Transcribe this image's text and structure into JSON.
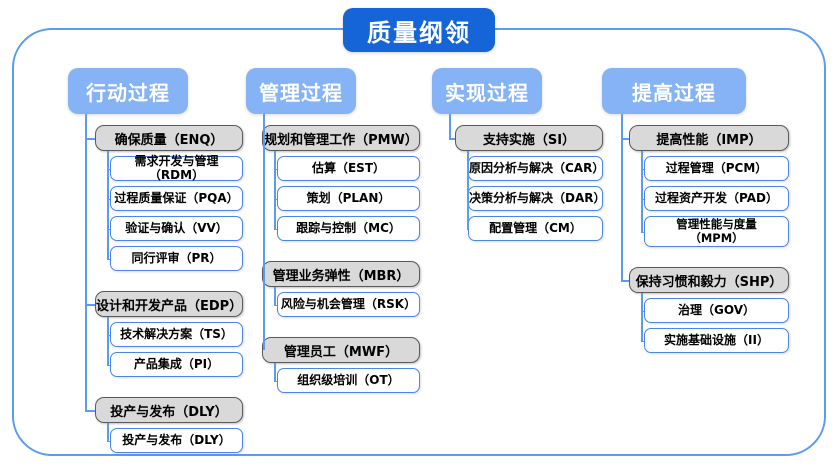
{
  "diagram": {
    "title": "质量纲领",
    "frame_color": "#5b9bf0",
    "title_color": "#1565d8",
    "header_color": "#85b3f5",
    "group_color": "#d9d9d9",
    "leaf_border_color": "#4a86e8",
    "columns": [
      {
        "header": "行动过程",
        "groups": [
          {
            "label": "确保质量（ENQ）",
            "children": [
              "需求开发与管理（RDM）",
              "过程质量保证（PQA）",
              "验证与确认（VV）",
              "同行评审（PR）"
            ]
          },
          {
            "label": "设计和开发产品（EDP）",
            "children": [
              "技术解决方案（TS）",
              "产品集成（PI）"
            ]
          },
          {
            "label": "投产与发布（DLY）",
            "children": [
              "投产与发布（DLY）"
            ]
          }
        ]
      },
      {
        "header": "管理过程",
        "groups": [
          {
            "label": "规划和管理工作（PMW）",
            "children": [
              "估算（EST）",
              "策划（PLAN）",
              "跟踪与控制（MC）"
            ]
          },
          {
            "label": "管理业务弹性（MBR）",
            "children": [
              "风险与机会管理（RSK）"
            ]
          },
          {
            "label": "管理员工（MWF）",
            "children": [
              "组织级培训（OT）"
            ]
          }
        ]
      },
      {
        "header": "实现过程",
        "groups": [
          {
            "label": "支持实施（SI）",
            "children": [
              "原因分析与解决（CAR）",
              "决策分析与解决（DAR）",
              "配置管理（CM）"
            ]
          }
        ]
      },
      {
        "header": "提高过程",
        "groups": [
          {
            "label": "提高性能（IMP）",
            "children": [
              "过程管理（PCM）",
              "过程资产开发（PAD）",
              "管理性能与度量\n（MPM）"
            ]
          },
          {
            "label": "保持习惯和毅力（SHP）",
            "children": [
              "治理（GOV）",
              "实施基础设施（II）"
            ]
          }
        ]
      }
    ]
  }
}
